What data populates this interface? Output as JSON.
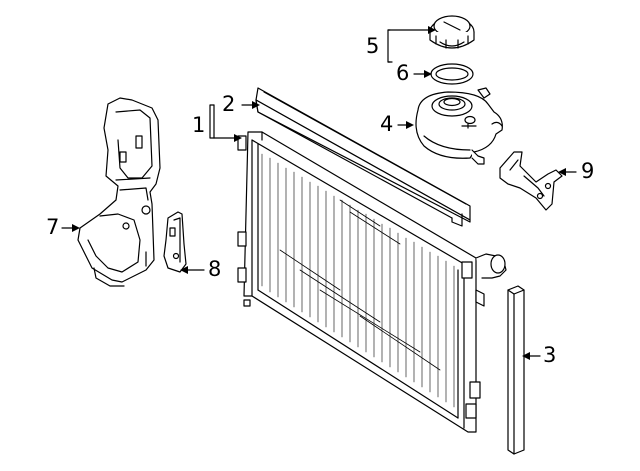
{
  "diagram": {
    "callouts": [
      {
        "id": "1",
        "label": "1"
      },
      {
        "id": "2",
        "label": "2"
      },
      {
        "id": "3",
        "label": "3"
      },
      {
        "id": "4",
        "label": "4"
      },
      {
        "id": "5",
        "label": "5"
      },
      {
        "id": "6",
        "label": "6"
      },
      {
        "id": "7",
        "label": "7"
      },
      {
        "id": "8",
        "label": "8"
      },
      {
        "id": "9",
        "label": "9"
      }
    ],
    "parts": [
      {
        "callout": "1",
        "name": "radiator"
      },
      {
        "callout": "2",
        "name": "upper-seal-strip"
      },
      {
        "callout": "3",
        "name": "side-seal-strip"
      },
      {
        "callout": "4",
        "name": "coolant-reservoir"
      },
      {
        "callout": "5",
        "name": "reservoir-cap"
      },
      {
        "callout": "6",
        "name": "cap-gasket"
      },
      {
        "callout": "7",
        "name": "air-deflector"
      },
      {
        "callout": "8",
        "name": "mounting-bracket"
      },
      {
        "callout": "9",
        "name": "reservoir-bracket"
      }
    ],
    "colors": {
      "line": "#000000",
      "background": "#ffffff"
    }
  }
}
